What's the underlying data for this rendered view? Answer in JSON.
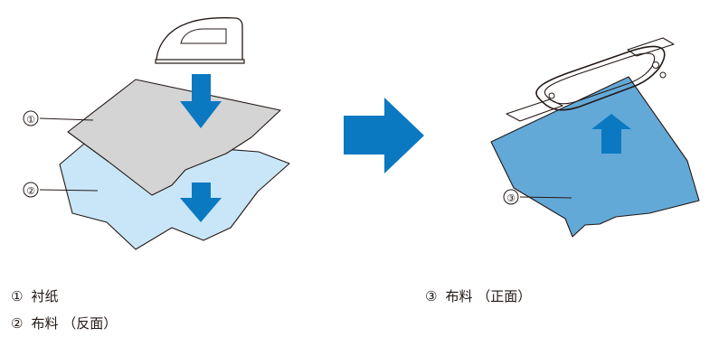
{
  "colors": {
    "interfacing": "#d4d4d4",
    "fabric_back": "#c8e6f7",
    "fabric_front": "#63a9d8",
    "arrow": "#0b79c1",
    "outline": "#231815"
  },
  "icons": {
    "iron": "iron-icon",
    "hoop": "embroidery-hoop-icon",
    "big_arrow": "right-arrow-icon",
    "down_arrow": "down-arrow-icon",
    "up_arrow": "up-arrow-icon"
  },
  "callouts": {
    "c1": "①",
    "c2": "②",
    "c3": "③"
  },
  "legend": [
    {
      "num": "①",
      "text": "衬纸"
    },
    {
      "num": "②",
      "text": "布料 （反面）"
    },
    {
      "num": "③",
      "text": "布料 （正面）"
    }
  ]
}
